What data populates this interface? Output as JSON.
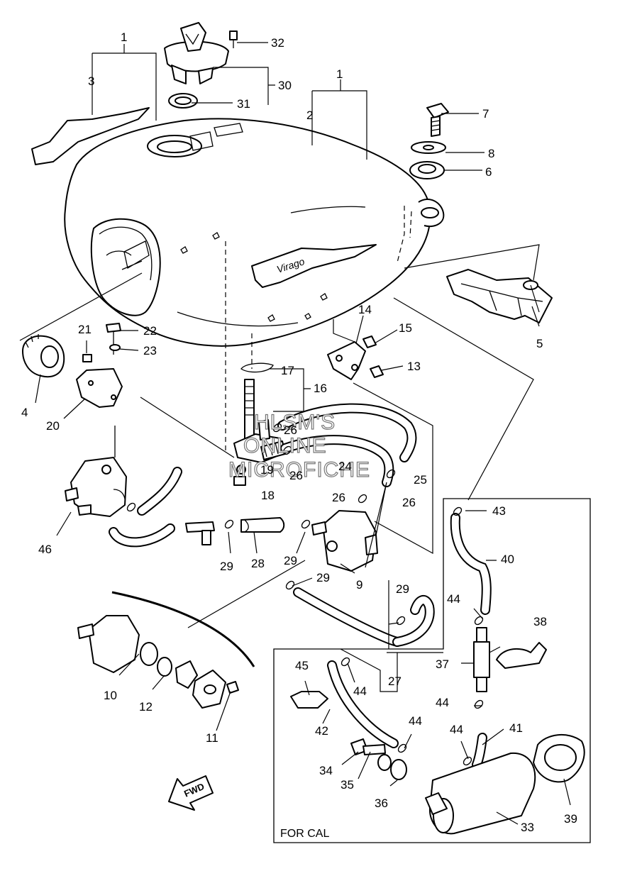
{
  "diagram": {
    "callouts": [
      {
        "id": "c1a",
        "label": "1"
      },
      {
        "id": "c3",
        "label": "3"
      },
      {
        "id": "c32",
        "label": "32"
      },
      {
        "id": "c30",
        "label": "30"
      },
      {
        "id": "c31",
        "label": "31"
      },
      {
        "id": "c1b",
        "label": "1"
      },
      {
        "id": "c2",
        "label": "2"
      },
      {
        "id": "c7",
        "label": "7"
      },
      {
        "id": "c8",
        "label": "8"
      },
      {
        "id": "c6",
        "label": "6"
      },
      {
        "id": "c5",
        "label": "5"
      },
      {
        "id": "c4",
        "label": "4"
      },
      {
        "id": "c21",
        "label": "21"
      },
      {
        "id": "c22",
        "label": "22"
      },
      {
        "id": "c23",
        "label": "23"
      },
      {
        "id": "c20",
        "label": "20"
      },
      {
        "id": "c14",
        "label": "14"
      },
      {
        "id": "c15",
        "label": "15"
      },
      {
        "id": "c13",
        "label": "13"
      },
      {
        "id": "c17",
        "label": "17"
      },
      {
        "id": "c16",
        "label": "16"
      },
      {
        "id": "c26a",
        "label": "26"
      },
      {
        "id": "c26b",
        "label": "26"
      },
      {
        "id": "c19",
        "label": "19"
      },
      {
        "id": "c24",
        "label": "24"
      },
      {
        "id": "c25",
        "label": "25"
      },
      {
        "id": "c18",
        "label": "18"
      },
      {
        "id": "c26c",
        "label": "26"
      },
      {
        "id": "c26d",
        "label": "26"
      },
      {
        "id": "c46",
        "label": "46"
      },
      {
        "id": "c29a",
        "label": "29"
      },
      {
        "id": "c28",
        "label": "28"
      },
      {
        "id": "c29b",
        "label": "29"
      },
      {
        "id": "c9",
        "label": "9"
      },
      {
        "id": "c29c",
        "label": "29"
      },
      {
        "id": "c29d",
        "label": "29"
      },
      {
        "id": "c43",
        "label": "43"
      },
      {
        "id": "c40",
        "label": "40"
      },
      {
        "id": "c44a",
        "label": "44"
      },
      {
        "id": "c38",
        "label": "38"
      },
      {
        "id": "c37",
        "label": "37"
      },
      {
        "id": "c27",
        "label": "27"
      },
      {
        "id": "c45",
        "label": "45"
      },
      {
        "id": "c44b",
        "label": "44"
      },
      {
        "id": "c44c",
        "label": "44"
      },
      {
        "id": "c44d",
        "label": "44"
      },
      {
        "id": "c41",
        "label": "41"
      },
      {
        "id": "c44e",
        "label": "44"
      },
      {
        "id": "c42",
        "label": "42"
      },
      {
        "id": "c10",
        "label": "10"
      },
      {
        "id": "c12",
        "label": "12"
      },
      {
        "id": "c11",
        "label": "11"
      },
      {
        "id": "c34",
        "label": "34"
      },
      {
        "id": "c35",
        "label": "35"
      },
      {
        "id": "c36",
        "label": "36"
      },
      {
        "id": "c33",
        "label": "33"
      },
      {
        "id": "c39",
        "label": "39"
      }
    ],
    "for_cal_label": "FOR CAL",
    "fwd_label": "FWD",
    "emblem_text": "Virago",
    "watermark_lines": [
      "HLSM'S",
      "ONLINE",
      "MICROFICHE"
    ]
  }
}
